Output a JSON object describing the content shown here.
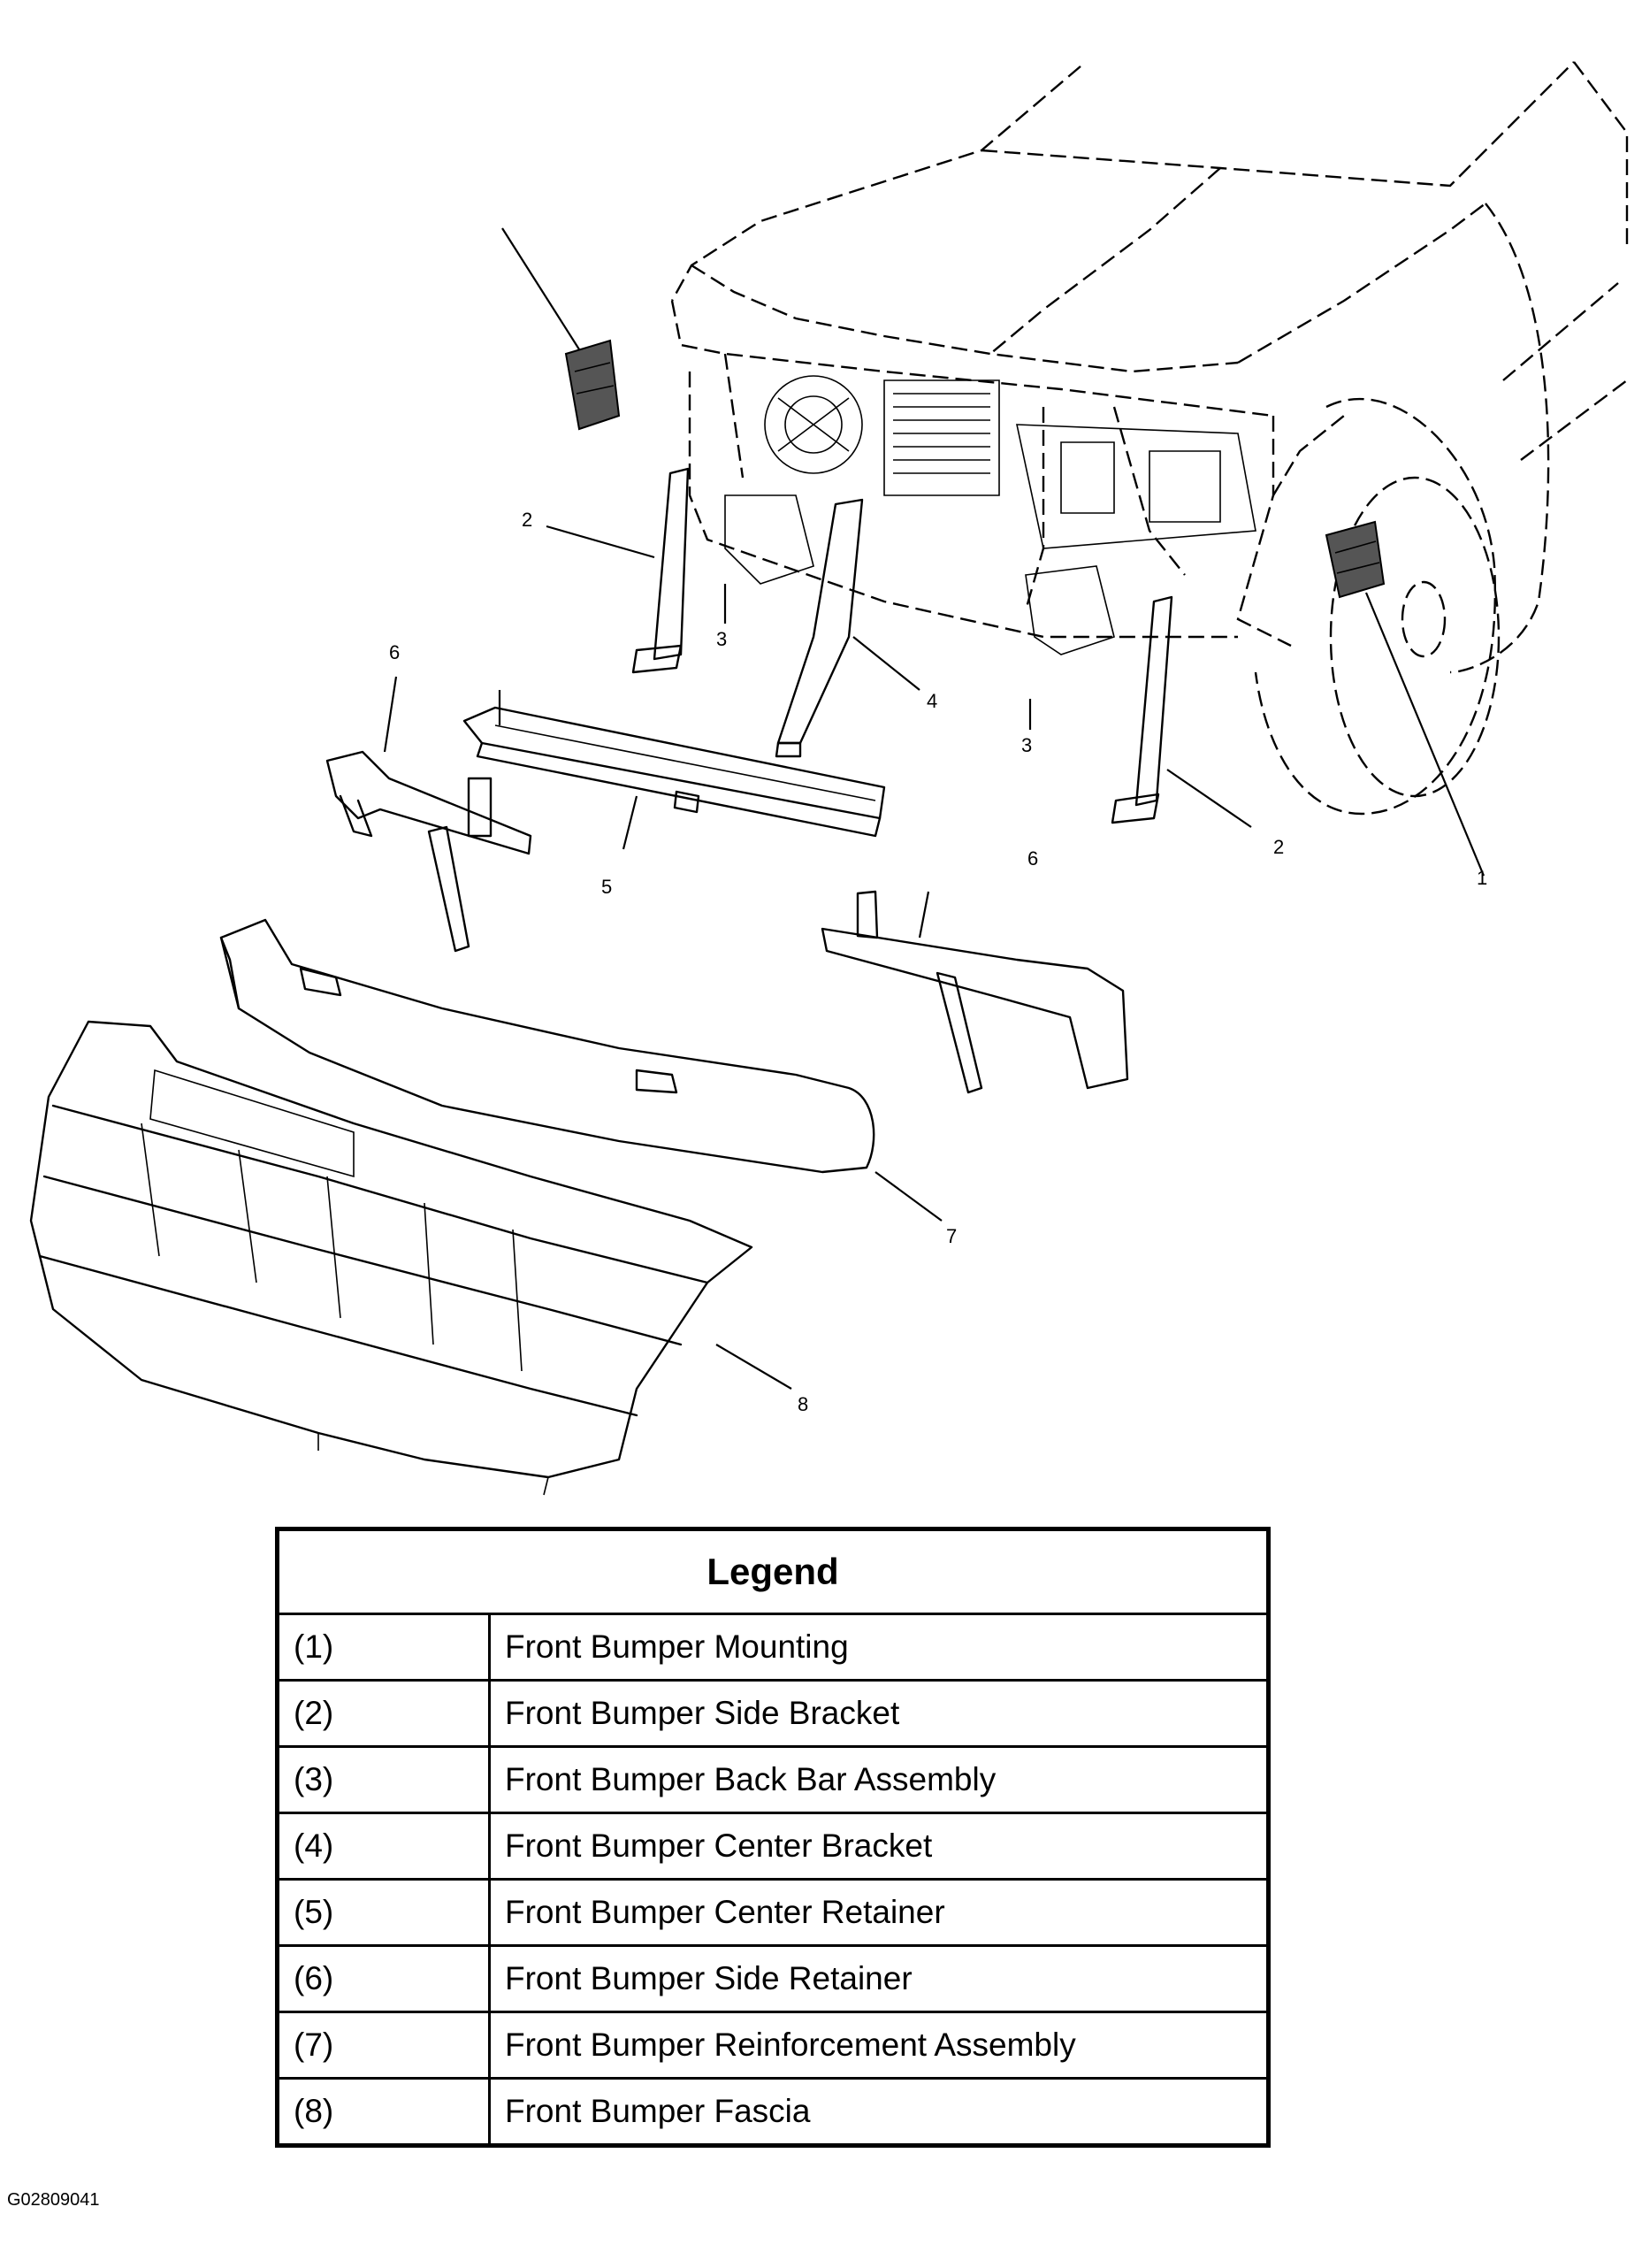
{
  "diagram": {
    "callouts": [
      "1",
      "2",
      "2",
      "3",
      "3",
      "4",
      "5",
      "6",
      "6",
      "7",
      "8"
    ]
  },
  "legend": {
    "title": "Legend",
    "rows": [
      {
        "num": "(1)",
        "desc": "Front Bumper Mounting"
      },
      {
        "num": "(2)",
        "desc": "Front Bumper Side Bracket"
      },
      {
        "num": "(3)",
        "desc": "Front Bumper Back Bar Assembly"
      },
      {
        "num": "(4)",
        "desc": "Front Bumper Center Bracket"
      },
      {
        "num": "(5)",
        "desc": "Front Bumper Center Retainer"
      },
      {
        "num": "(6)",
        "desc": "Front Bumper Side Retainer"
      },
      {
        "num": "(7)",
        "desc": "Front Bumper Reinforcement Assembly"
      },
      {
        "num": "(8)",
        "desc": "Front Bumper Fascia"
      }
    ]
  },
  "figure_id": "G02809041"
}
